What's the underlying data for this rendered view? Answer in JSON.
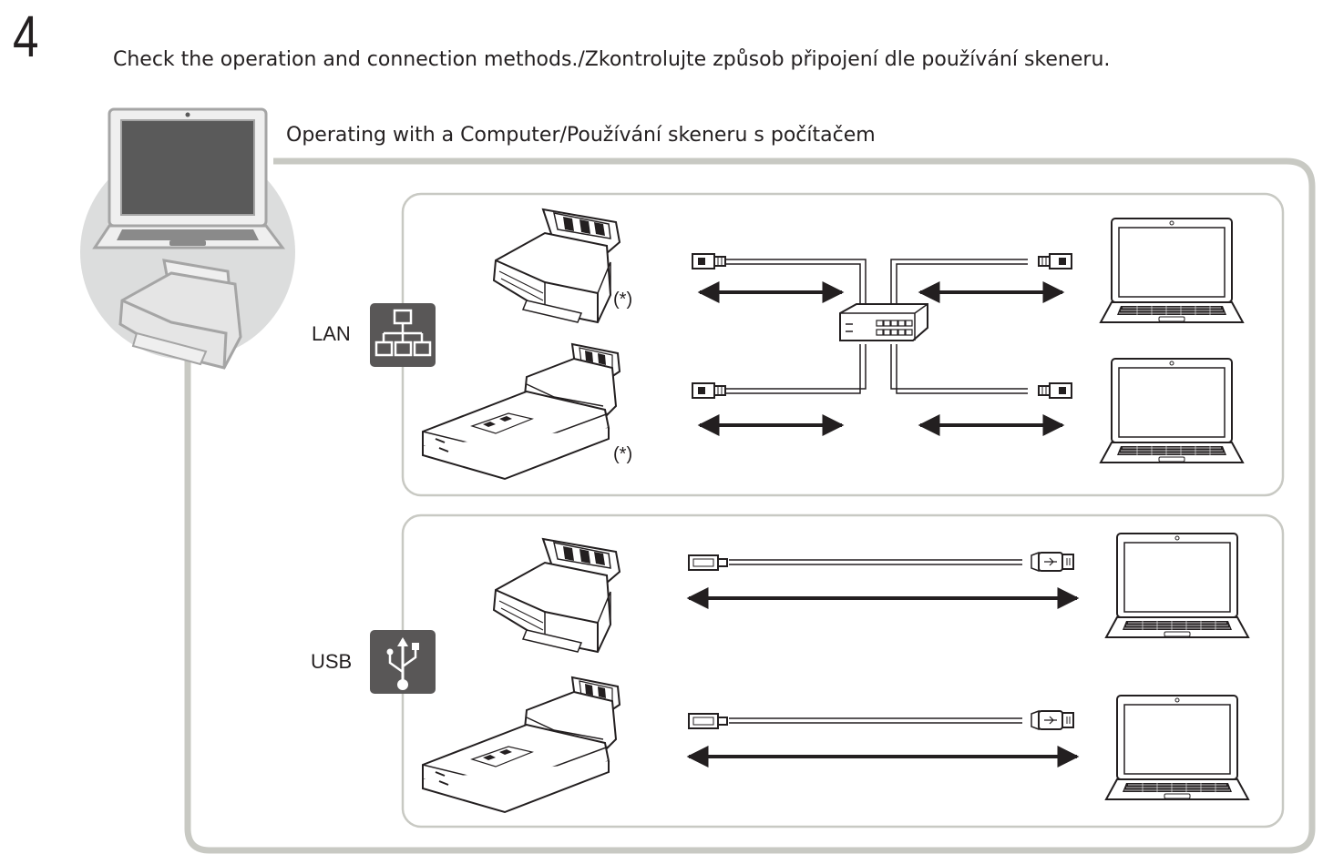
{
  "step": {
    "number": "4"
  },
  "instruction": "Check the operation and connection methods./Zkontrolujte způsob připojení dle používání skeneru.",
  "section": {
    "title": "Operating with a Computer/Používání skeneru s počítačem"
  },
  "connections": {
    "lan": {
      "label": "LAN",
      "icon": "network-icon",
      "note": "(*)"
    },
    "usb": {
      "label": "USB",
      "icon": "usb-icon"
    }
  },
  "colors": {
    "frame": "#c8c9c3",
    "panel_border": "#c8c9c3",
    "icon_bg": "#595757",
    "ink": "#231f20",
    "screen": "#5a5a5a"
  }
}
